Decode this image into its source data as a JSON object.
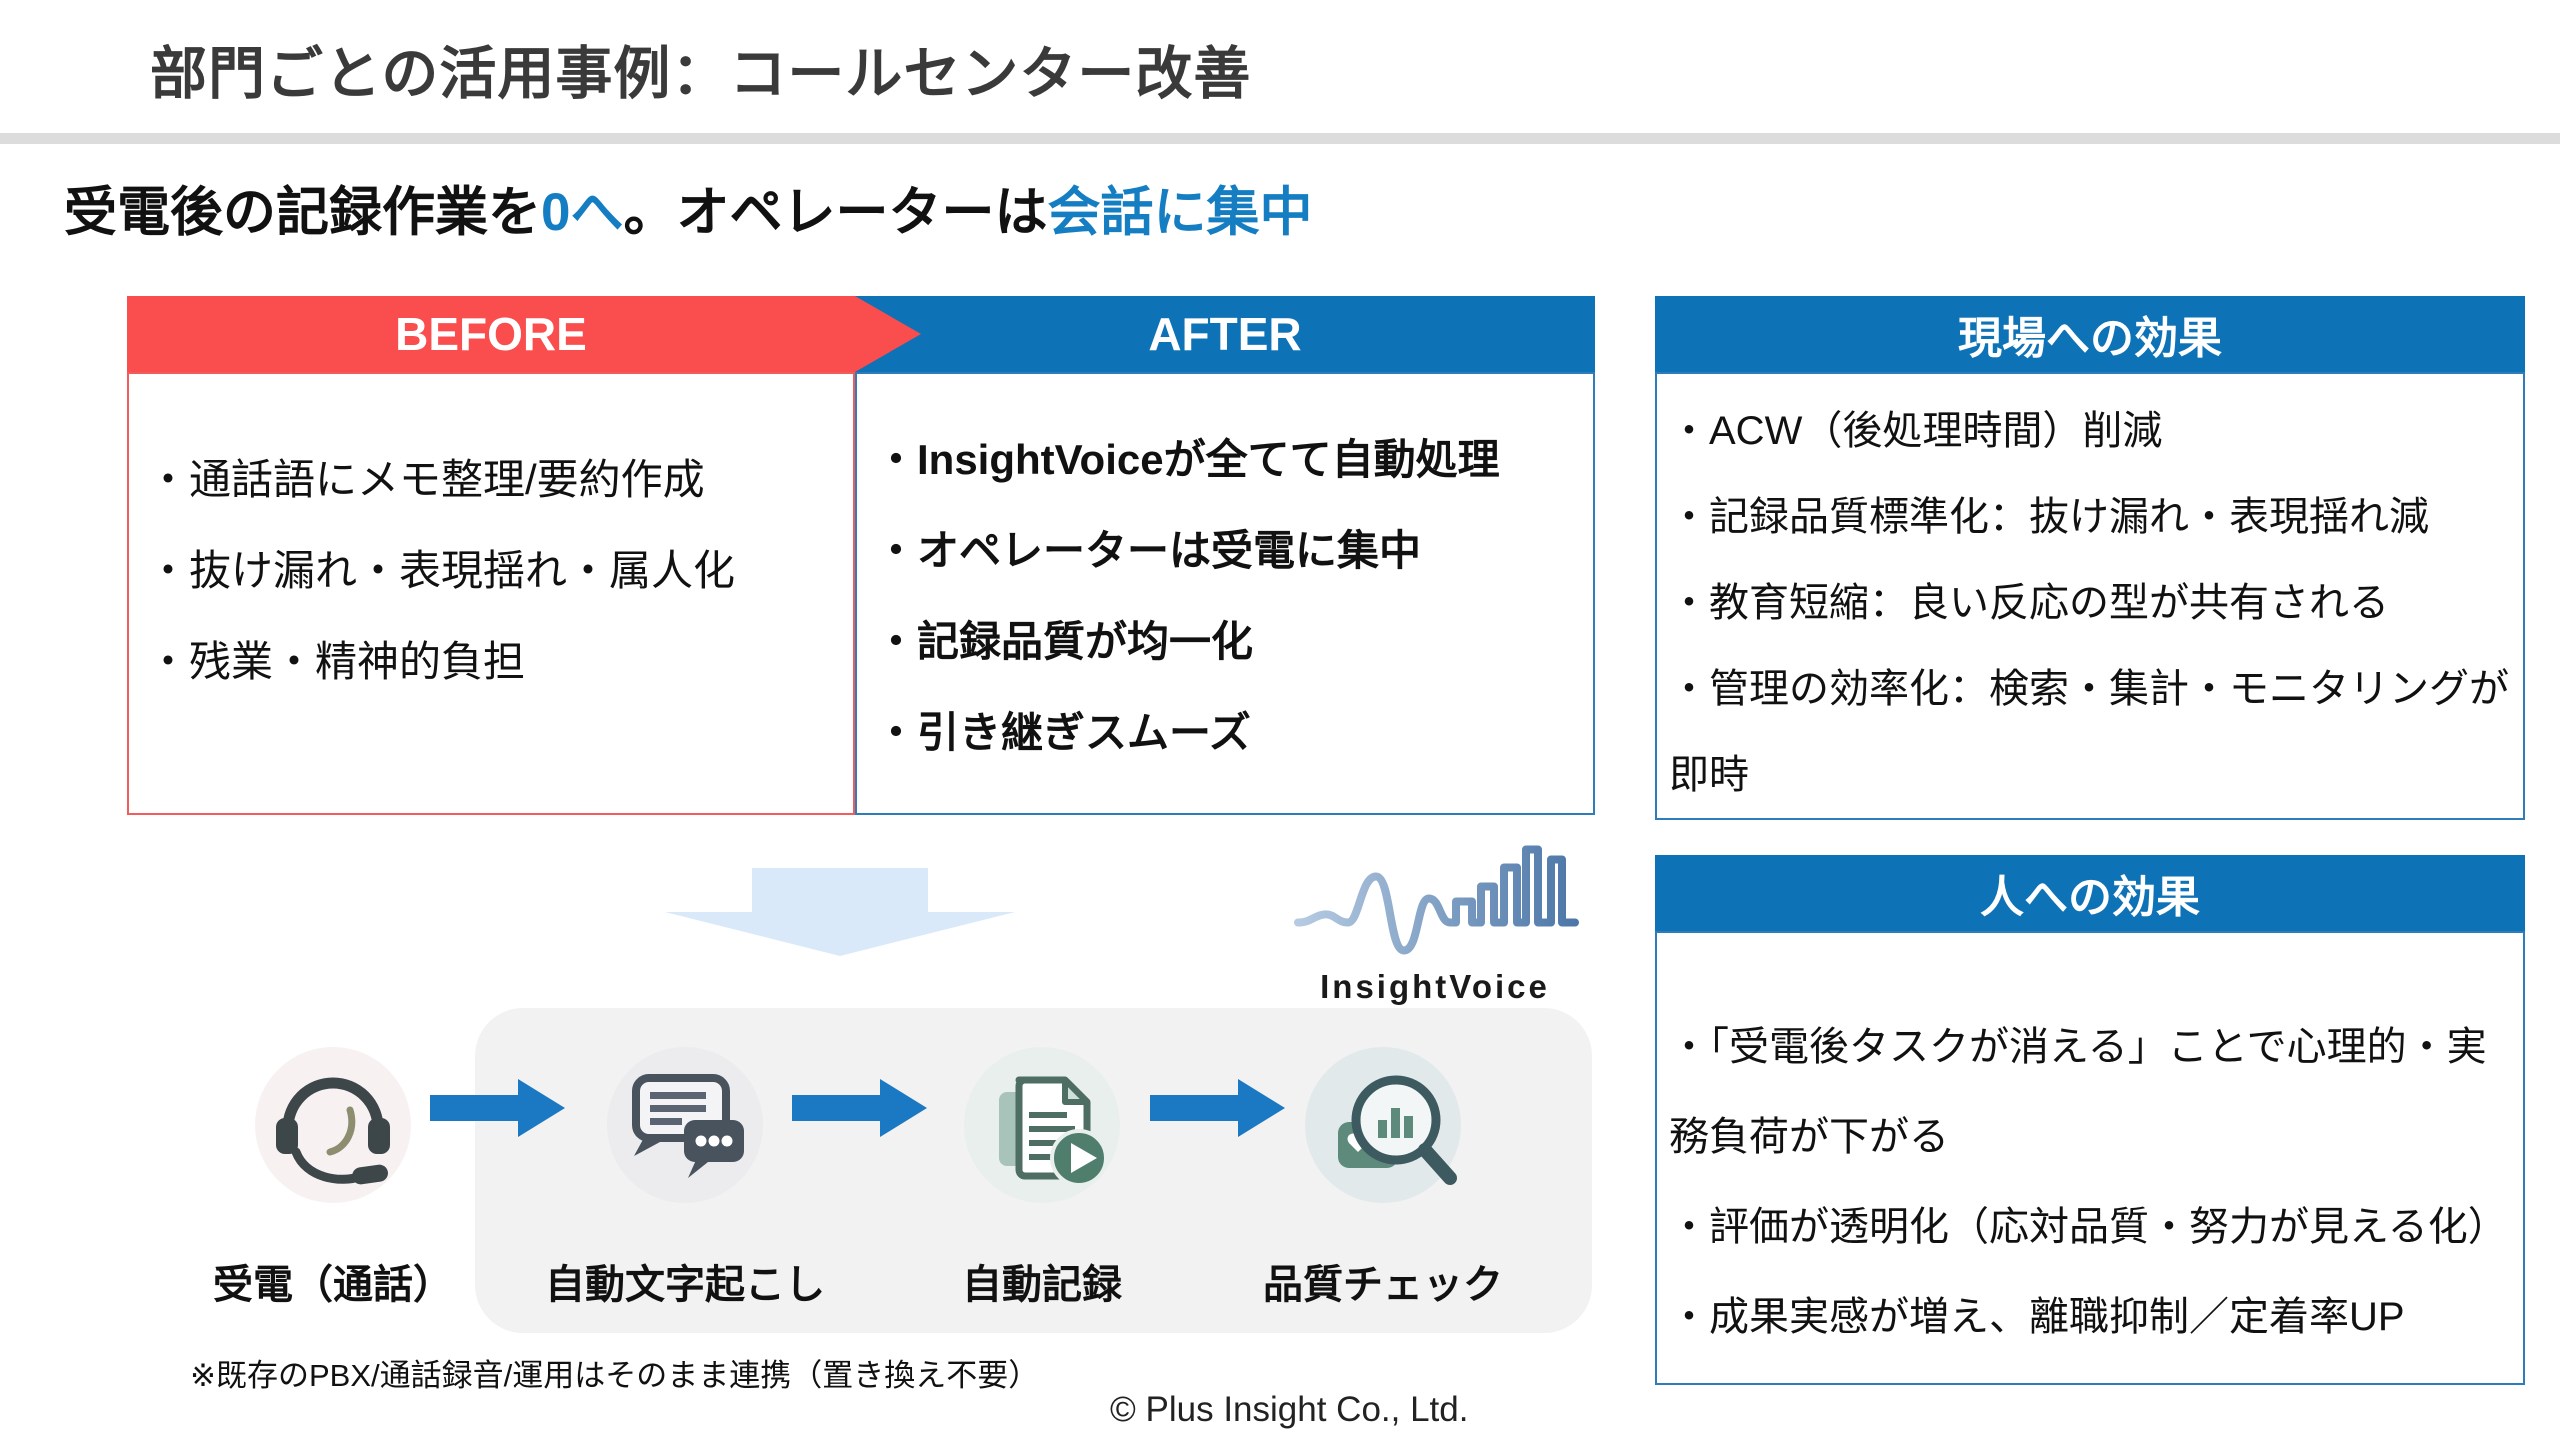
{
  "slide": {
    "title": "部門ごとの活用事例：コールセンター改善",
    "subtitle": {
      "part1": "受電後の記録作業を",
      "highlight1": "0へ",
      "part2": "。オペレーターは",
      "highlight2": "会話に集中"
    },
    "before": {
      "header": "BEFORE",
      "items": [
        "・通話語にメモ整理/要約作成",
        "・抜け漏れ・表現揺れ・属人化",
        "・残業・精神的負担"
      ]
    },
    "after": {
      "header": "AFTER",
      "items": [
        "・InsightVoiceが全てて自動処理",
        "・オペレーターは受電に集中",
        "・記録品質が均一化",
        "・引き継ぎスムーズ"
      ]
    },
    "field_effects": {
      "header": "現場への効果",
      "items": [
        "・ACW（後処理時間）削減",
        "・記録品質標準化：抜け漏れ・表現揺れ減",
        "・教育短縮：良い反応の型が共有される",
        "・管理の効率化：検索・集計・モニタリングが即時"
      ]
    },
    "people_effects": {
      "header": "人への効果",
      "items": [
        "・「受電後タスクが消える」ことで心理的・実務負荷が下がる",
        "・評価が透明化（応対品質・努力が見える化）",
        "・成果実感が増え、離職抑制／定着率UP"
      ]
    },
    "flow": {
      "brand": "InsightVoice",
      "steps": [
        {
          "label": "受電（通話）",
          "icon": "headset-icon"
        },
        {
          "label": "自動文字起こし",
          "icon": "speech-bubbles-icon"
        },
        {
          "label": "自動記録",
          "icon": "document-play-icon"
        },
        {
          "label": "品質チェック",
          "icon": "magnifier-chart-icon"
        }
      ]
    },
    "footnote": "※既存のPBX/通話録音/運用はそのまま連携（置き換え不要）",
    "copyright": "© Plus Insight Co., Ltd.",
    "colors": {
      "before_red": "#fa4d4d",
      "header_blue": "#0e72b6",
      "accent_blue": "#157ec2",
      "flow_arrow_blue": "#1b78c2",
      "down_arrow_blue": "#d9e9f9",
      "divider_gray": "#dcdcdc",
      "flow_bg_gray": "#f2f2f2"
    }
  }
}
